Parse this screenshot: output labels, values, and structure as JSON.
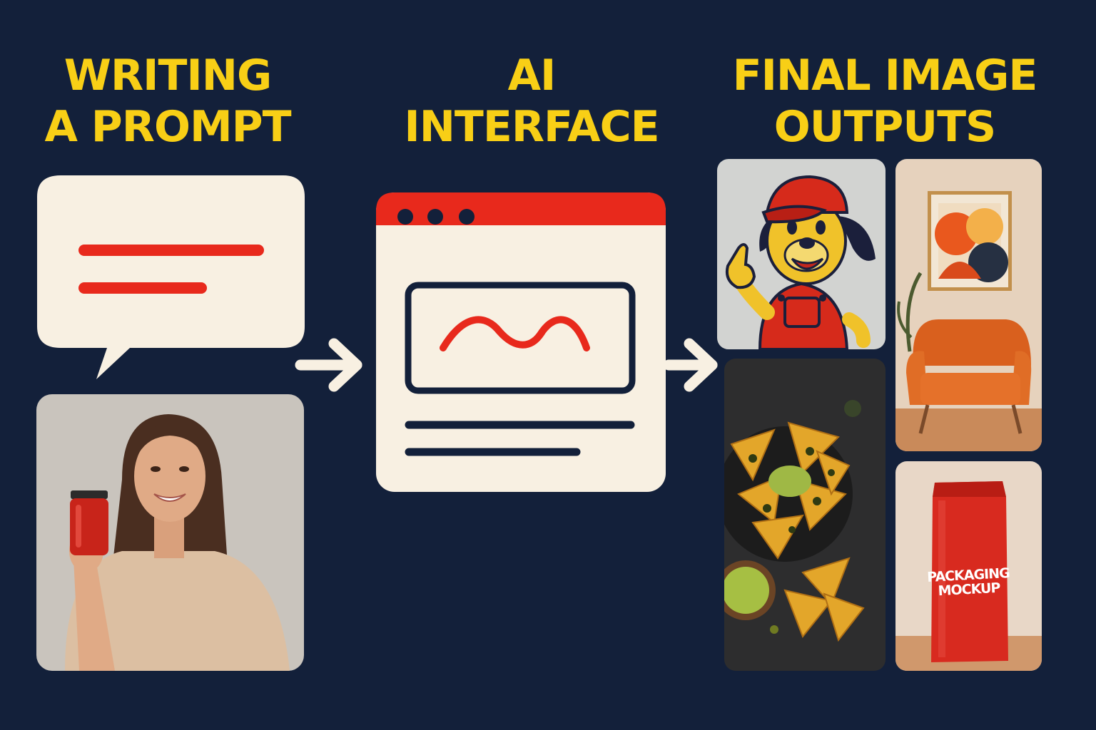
{
  "steps": [
    {
      "title_line1": "WRITING",
      "title_line2": "A PROMPT"
    },
    {
      "title_line1": "AI",
      "title_line2": "INTERFACE"
    },
    {
      "title_line1": "FINAL IMAGE",
      "title_line2": "OUTPUTS"
    }
  ],
  "outputs": {
    "packaging_label_line1": "PACKAGING",
    "packaging_label_line2": "MOCKUP"
  },
  "colors": {
    "background": "#13203a",
    "heading": "#f8cf16",
    "accent": "#e8291c",
    "cream": "#f8f0e2"
  },
  "icons": [
    "speech-bubble-icon",
    "arrow-right-icon",
    "browser-window-icon",
    "arrow-right-icon"
  ]
}
